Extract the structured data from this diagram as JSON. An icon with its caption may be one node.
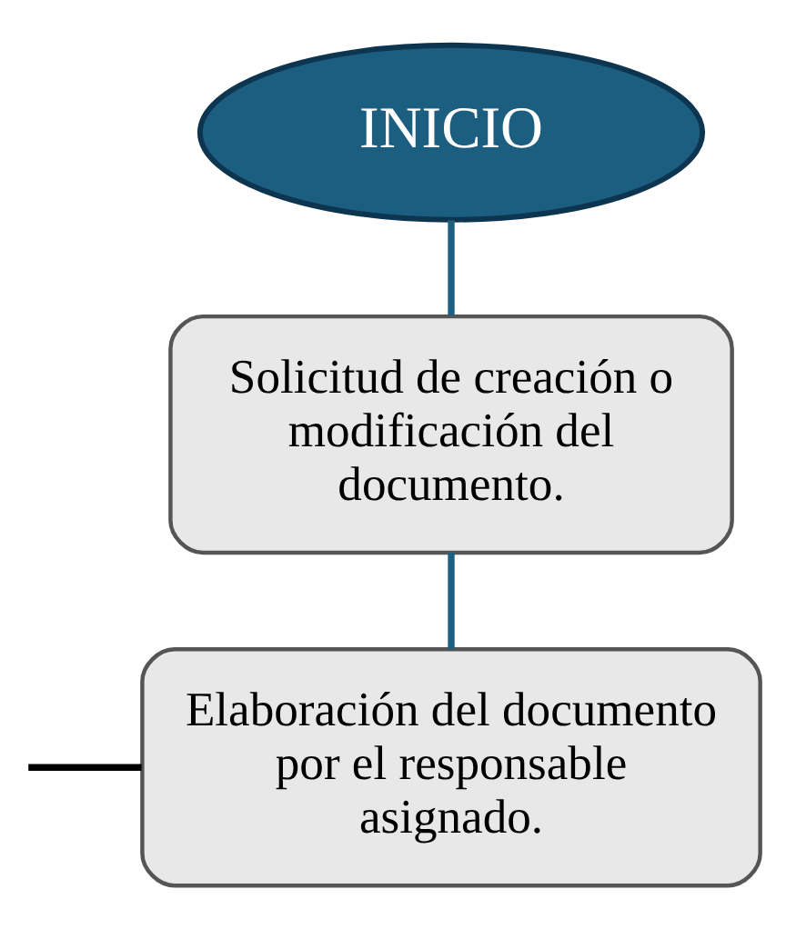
{
  "diagram": {
    "nodes": [
      {
        "text": [
          "INICIO"
        ]
      },
      {
        "text": [
          "Solicitud de creación o modificación del documento."
        ]
      },
      {
        "text": [
          "Elaboración del documento por el responsable asignado."
        ]
      }
    ],
    "edges": [
      {
        "from": 0,
        "to": 1,
        "arrow": "none",
        "color": "#1f5f80"
      },
      {
        "from": 1,
        "to": 2,
        "arrow": "none",
        "color": "#1f5f80"
      },
      {
        "from": null,
        "to": 2,
        "arrow": "none",
        "color": "#000000"
      }
    ]
  }
}
